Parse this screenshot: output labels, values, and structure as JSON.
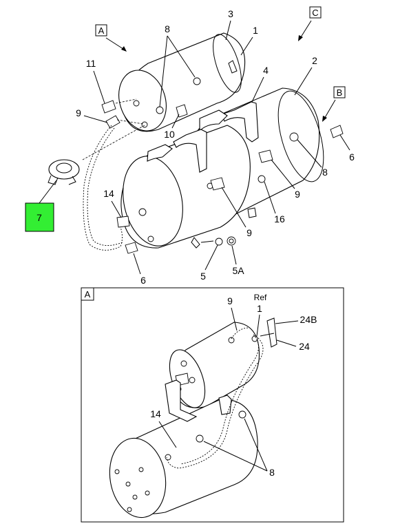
{
  "diagram": {
    "view_labels": {
      "a": "A",
      "b": "B",
      "c": "C"
    },
    "detail_label": "A",
    "callouts": {
      "c1": "1",
      "c2": "2",
      "c3": "3",
      "c4": "4",
      "c5": "5",
      "c5a": "5A",
      "c6a": "6",
      "c6b": "6",
      "c7": "7",
      "c8a": "8",
      "c8b": "8",
      "c9a": "9",
      "c9b": "9",
      "c9c": "9",
      "c10": "10",
      "c11": "11",
      "c14": "14",
      "c16": "16",
      "d9": "9",
      "dref": "Ref",
      "d1": "1",
      "d24b": "24B",
      "d24": "24",
      "d14": "14",
      "d8": "8"
    },
    "highlight_color": "#33ee33"
  }
}
